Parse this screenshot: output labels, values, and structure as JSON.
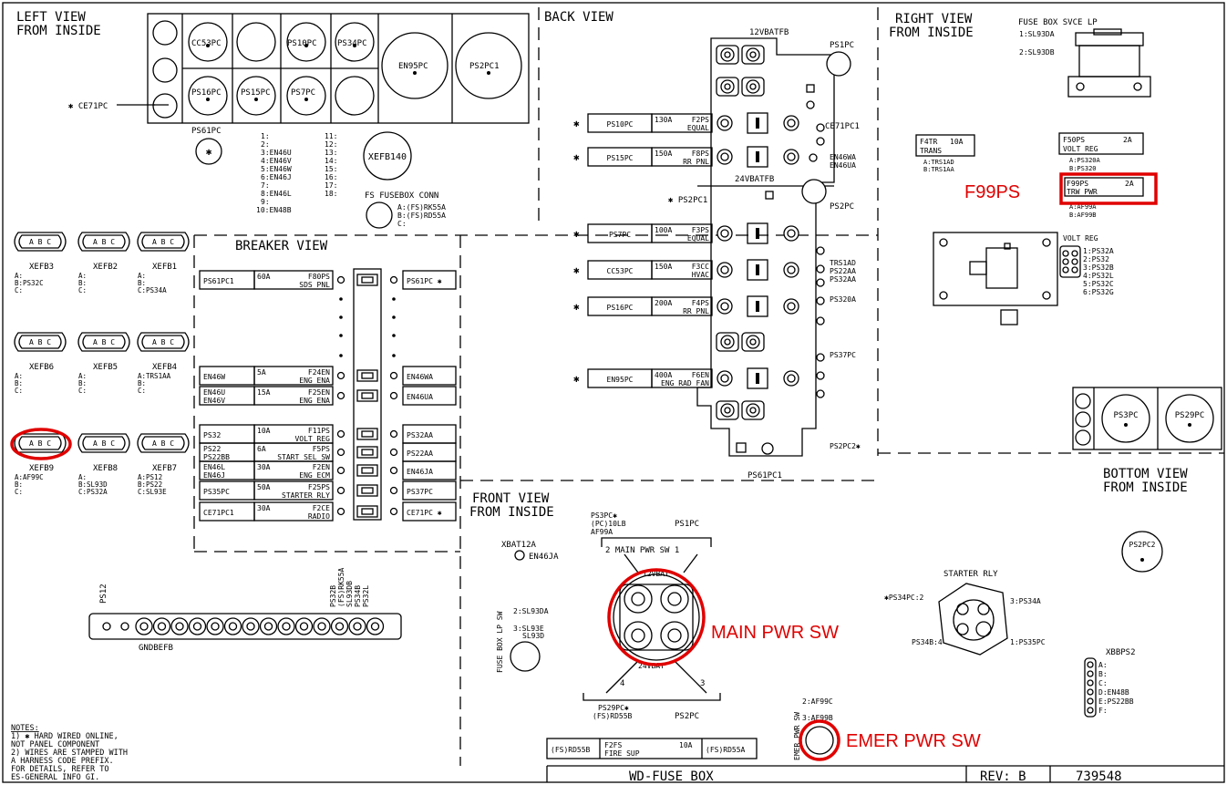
{
  "views": {
    "left_view": [
      "LEFT VIEW",
      "FROM INSIDE"
    ],
    "back_view": "BACK VIEW",
    "right_view": [
      "RIGHT VIEW",
      "FROM INSIDE"
    ],
    "breaker_view": "BREAKER VIEW",
    "front_view": [
      "FRONT VIEW",
      "FROM INSIDE"
    ],
    "bottom_view": [
      "BOTTOM VIEW",
      "FROM INSIDE"
    ]
  },
  "left_connectors": {
    "ce71pc": "✱ CE71PC",
    "top_row": [
      "CC53PC",
      "PS10PC",
      "PS34PC"
    ],
    "bottom_row": [
      "PS16PC",
      "PS15PC",
      "PS7PC"
    ],
    "en95pc": "EN95PC",
    "ps2pc1": "PS2PC1",
    "ps61pc": "PS61PC",
    "xefb140": "XEFB140",
    "pin_list_1": [
      "1:",
      "2:",
      "3:EN46U",
      "4:EN46V",
      "5:EN46W",
      "6:EN46J",
      "7:",
      "8:EN46L",
      "9:",
      "10:EN48B"
    ],
    "pin_list_2": [
      "11:",
      "12:",
      "13:",
      "14:",
      "15:",
      "16:",
      "17:",
      "18:"
    ],
    "fuse_box_conn": "FS FUSEBOX CONN",
    "fuse_box_conn_pins": [
      "A:(FS)RK55A",
      "B:(FS)RD55A",
      "C:"
    ]
  },
  "xefb": [
    {
      "name": "XEFB3",
      "pins": [
        "A:",
        "B:PS32C",
        "C:"
      ]
    },
    {
      "name": "XEFB2",
      "pins": [
        "A:",
        "B:",
        "C:"
      ]
    },
    {
      "name": "XEFB1",
      "pins": [
        "A:",
        "B:",
        "C:PS34A"
      ]
    },
    {
      "name": "XEFB6",
      "pins": [
        "A:",
        "B:",
        "C:"
      ]
    },
    {
      "name": "XEFB5",
      "pins": [
        "A:",
        "B:",
        "C:"
      ]
    },
    {
      "name": "XEFB4",
      "pins": [
        "A:TRS1AA",
        "B:",
        "C:"
      ]
    },
    {
      "name": "XEFB9",
      "pins": [
        "A:AF99C",
        "B:",
        "C:"
      ]
    },
    {
      "name": "XEFB8",
      "pins": [
        "A:",
        "B:SL93D",
        "C:PS32A"
      ]
    },
    {
      "name": "XEFB7",
      "pins": [
        "A:PS12",
        "B:PS22",
        "C:SL93E"
      ]
    }
  ],
  "abc": "A B C",
  "breakers": [
    {
      "left": [
        "PS61PC1"
      ],
      "amp": "60A",
      "name": [
        "F80PS",
        "SDS PNL"
      ],
      "right": "PS61PC ✱"
    },
    {
      "left": [
        "EN46W"
      ],
      "amp": "5A",
      "name": [
        "F24EN",
        "ENG ENA"
      ],
      "right": "EN46WA"
    },
    {
      "left": [
        "EN46U",
        "EN46V"
      ],
      "amp": "15A",
      "name": [
        "F25EN",
        "ENG ENA"
      ],
      "right": "EN46UA"
    },
    {
      "left": [
        "PS32"
      ],
      "amp": "10A",
      "name": [
        "F11PS",
        "VOLT REG"
      ],
      "right": "PS32AA"
    },
    {
      "left": [
        "PS22",
        "PS22BB"
      ],
      "amp": "6A",
      "name": [
        "F5PS",
        "START SEL SW"
      ],
      "right": "PS22AA"
    },
    {
      "left": [
        "EN46L",
        "EN46J"
      ],
      "amp": "30A",
      "name": [
        "F2EN",
        "ENG ECM"
      ],
      "right": "EN46JA"
    },
    {
      "left": [
        "PS35PC"
      ],
      "amp": "50A",
      "name": [
        "F25PS",
        "STARTER RLY"
      ],
      "right": "PS37PC"
    },
    {
      "left": [
        "CE71PC1"
      ],
      "amp": "30A",
      "name": [
        "F2CE",
        "RADIO"
      ],
      "right": "CE71PC ✱"
    }
  ],
  "back_fuses": [
    {
      "wire": "PS10PC",
      "amp": "130A",
      "name": [
        "F2PS",
        "EQUAL"
      ]
    },
    {
      "wire": "PS15PC",
      "amp": "150A",
      "name": [
        "F8PS",
        "RR PNL"
      ]
    },
    {
      "wire": "PS7PC",
      "amp": "100A",
      "name": [
        "F3PS",
        "EQUAL"
      ]
    },
    {
      "wire": "CC53PC",
      "amp": "150A",
      "name": [
        "F3CC",
        "HVAC"
      ]
    },
    {
      "wire": "PS16PC",
      "amp": "200A",
      "name": [
        "F4PS",
        "RR PNL"
      ]
    },
    {
      "wire": "EN95PC",
      "amp": "400A",
      "name": [
        "F6EN",
        "ENG RAD FAN"
      ]
    }
  ],
  "back_labels": {
    "bus12": "12VBATFB",
    "bus24": "24VBATFB",
    "ps1pc": "PS1PC",
    "ce71pc1": "CE71PC1",
    "en46": [
      "EN46WA",
      "EN46UA"
    ],
    "ps2pc1": "✱ PS2PC1",
    "ps2pc": "PS2PC",
    "trs": [
      "TRS1AD",
      "PS22AA",
      "PS32AA"
    ],
    "ps320a": "PS320A",
    "ps37pc": "PS37PC",
    "ps2pc2": "PS2PC2✱",
    "ps61pc1": "PS61PC1"
  },
  "right_view": {
    "fuse_box_svce": "FUSE BOX SVCE LP",
    "svce_pins": [
      "1:SL93DA",
      "2:SL93DB"
    ],
    "f4tr": {
      "name": "F4TR",
      "amp": "10A",
      "desc": "TRANS",
      "pins": [
        "A:TRS1AD",
        "B:TRS1AA"
      ]
    },
    "f50ps": {
      "name": "F50PS",
      "amp": "2A",
      "desc": "VOLT REG",
      "pins": [
        "A:PS320A",
        "B:PS320"
      ]
    },
    "f99ps": {
      "name": "F99PS",
      "amp": "2A",
      "desc": "TRW PWR",
      "pins": [
        "A:AF99A",
        "B:AF99B"
      ]
    },
    "volt_reg": "VOLT REG",
    "volt_reg_pins": [
      "1:PS32A",
      "2:PS32",
      "3:PS32B",
      "4:PS32L",
      "5:PS32C",
      "6:PS32G"
    ],
    "ps3pc": "PS3PC",
    "ps29pc": "PS29PC"
  },
  "gnd": {
    "ps12": "PS12",
    "top_labels": [
      "PS32B",
      "(FS)RK55A",
      "SL93DB",
      "PS34B",
      "PS32L"
    ],
    "name": "GNDBEFB"
  },
  "front": {
    "xbat": "XBAT12A",
    "en46ja": "EN46JA",
    "ps3pc": [
      "PS3PC✱",
      "(PC)10LB",
      "AF99A"
    ],
    "ps1pc": "PS1PC",
    "main_sw": "2  MAIN PWR SW  1",
    "v12": "12VBAT",
    "v24": "24VBAT",
    "n4": "4",
    "n3": "3",
    "ps29pc": [
      "PS29PC✱",
      "(FS)RD55B"
    ],
    "ps2pc": "PS2PC",
    "fuse_box_lp_sw": "FUSE BOX LP SW",
    "lp_pins": [
      "2:SL93DA",
      "3:SL93E",
      "SL93D"
    ],
    "f2fs": {
      "left": "(FS)RD55B",
      "name": "F2FS",
      "amp": "10A",
      "desc": "FIRE SUP",
      "right": "(FS)RD55A"
    },
    "emer_pwr_sw": "EMER PWR SW",
    "emer_pins": [
      "2:AF99C",
      "3:AF99B"
    ]
  },
  "bottom": {
    "ps2pc2": "PS2PC2",
    "starter_rly": "STARTER RLY",
    "ps34pc": "✱PS34PC:2",
    "ps34a": "3:PS34A",
    "ps34b": "PS34B:4",
    "ps35pc": "1:PS35PC",
    "xbbps2": "XBBPS2",
    "xbbps2_pins": [
      "A:",
      "B:",
      "C:",
      "D:EN48B",
      "E:PS22BB",
      "F:"
    ]
  },
  "notes": [
    "NOTES:",
    "1) ✱ HARD WIRED ONLINE,",
    "   NOT PANEL COMPONENT",
    "2) WIRES ARE STAMPED WITH",
    "   A HARNESS CODE PREFIX.",
    "   FOR DETAILS, REFER TO",
    "   ES-GENERAL INFO GI."
  ],
  "title_block": {
    "title": "WD-FUSE BOX",
    "rev": "REV: B",
    "number": "739548"
  },
  "callouts": {
    "f99ps": "F99PS",
    "main_pwr_sw": "MAIN PWR SW",
    "emer_pwr_sw": "EMER PWR SW"
  },
  "colors": {
    "highlight": "#e00000",
    "line": "#000000"
  }
}
